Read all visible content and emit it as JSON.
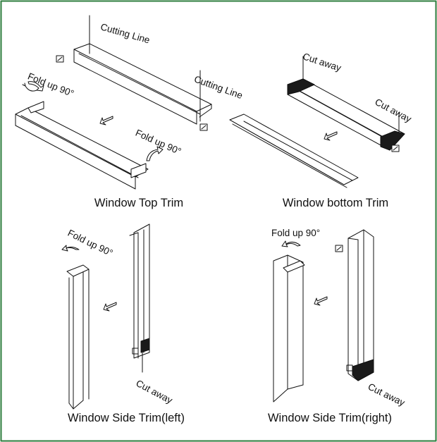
{
  "captions": {
    "top_trim": "Window Top Trim",
    "bottom_trim": "Window bottom Trim",
    "side_left": "Window Side Trim(left)",
    "side_right": "Window Side Trim(right)"
  },
  "annotations": {
    "top_cutting_line_1": "Cutting Line",
    "top_cutting_line_2": "Cutting Line",
    "top_fold_up_left": "Fold up 90°",
    "top_fold_up_right": "Fold up 90°",
    "bottom_cut_away_left": "Cut away",
    "bottom_cut_away_right": "Cut away",
    "left_fold_up": "Fold up 90°",
    "left_cut_away": "Cut away",
    "right_fold_up": "Fold up 90°",
    "right_cut_away": "Cut away"
  },
  "colors": {
    "line": "#111111",
    "border": "#2e7d3e",
    "fill": "#ffffff",
    "cut": "#1a1a1a"
  }
}
